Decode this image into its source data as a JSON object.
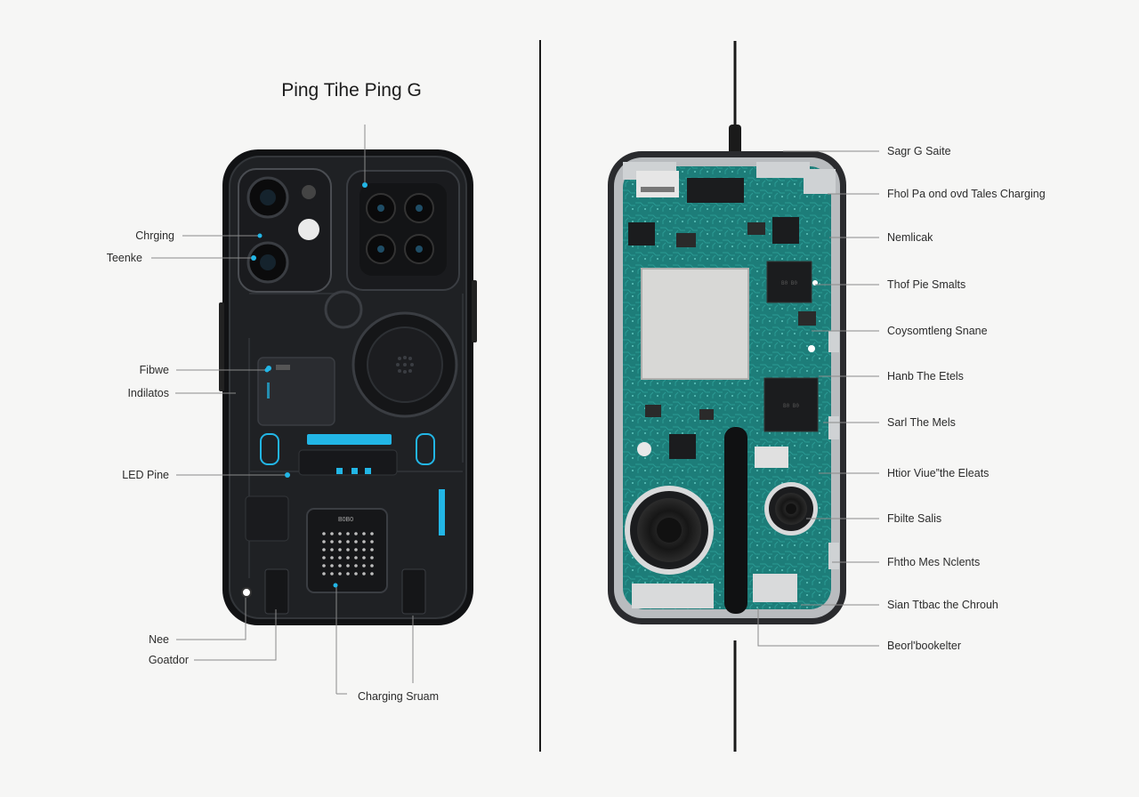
{
  "title": "Ping Tihe Ping G",
  "left_labels": [
    {
      "id": "charging",
      "text": "Chrging"
    },
    {
      "id": "teenke",
      "text": "Teenke"
    },
    {
      "id": "fibwe",
      "text": "Fibwe"
    },
    {
      "id": "indilatos",
      "text": "Indilatos"
    },
    {
      "id": "led-pine",
      "text": "LED Pine"
    },
    {
      "id": "nee",
      "text": "Nee"
    },
    {
      "id": "goatdor",
      "text": "Goatdor"
    },
    {
      "id": "charging-sruam",
      "text": "Charging Sruam"
    }
  ],
  "right_labels": [
    {
      "id": "sage-g-saite",
      "text": "Sagr G Saite"
    },
    {
      "id": "fhol-pa",
      "text": "Fhol Pa ond ovd Tales Charging"
    },
    {
      "id": "nemlicak",
      "text": "Nemlicak"
    },
    {
      "id": "thof-pie-smalts",
      "text": "Thof Pie Smalts"
    },
    {
      "id": "coysomtleng-snane",
      "text": "Coysomtleng Snane"
    },
    {
      "id": "hanb-the-etels",
      "text": "Hanb The Etels"
    },
    {
      "id": "sarl-the-mels",
      "text": "Sarl The Mels"
    },
    {
      "id": "htior-viue",
      "text": "Htior Viue”the Eleats"
    },
    {
      "id": "fbilte-salis",
      "text": "Fbilte Salis"
    },
    {
      "id": "fhtho-mes",
      "text": "Fhtho Mes Nclents"
    },
    {
      "id": "sian-ttbac",
      "text": "Sian Ttbac the Chrouh"
    },
    {
      "id": "bearbookelter",
      "text": "Beorl'bookelter"
    }
  ],
  "chip_marks": [
    "B0 B0",
    "B0 B0"
  ],
  "speaker_mark": "B0B0",
  "colors": {
    "accent": "#22b6e6",
    "board": "#1e7e7a",
    "case": "#1f2124",
    "line": "#888888"
  }
}
